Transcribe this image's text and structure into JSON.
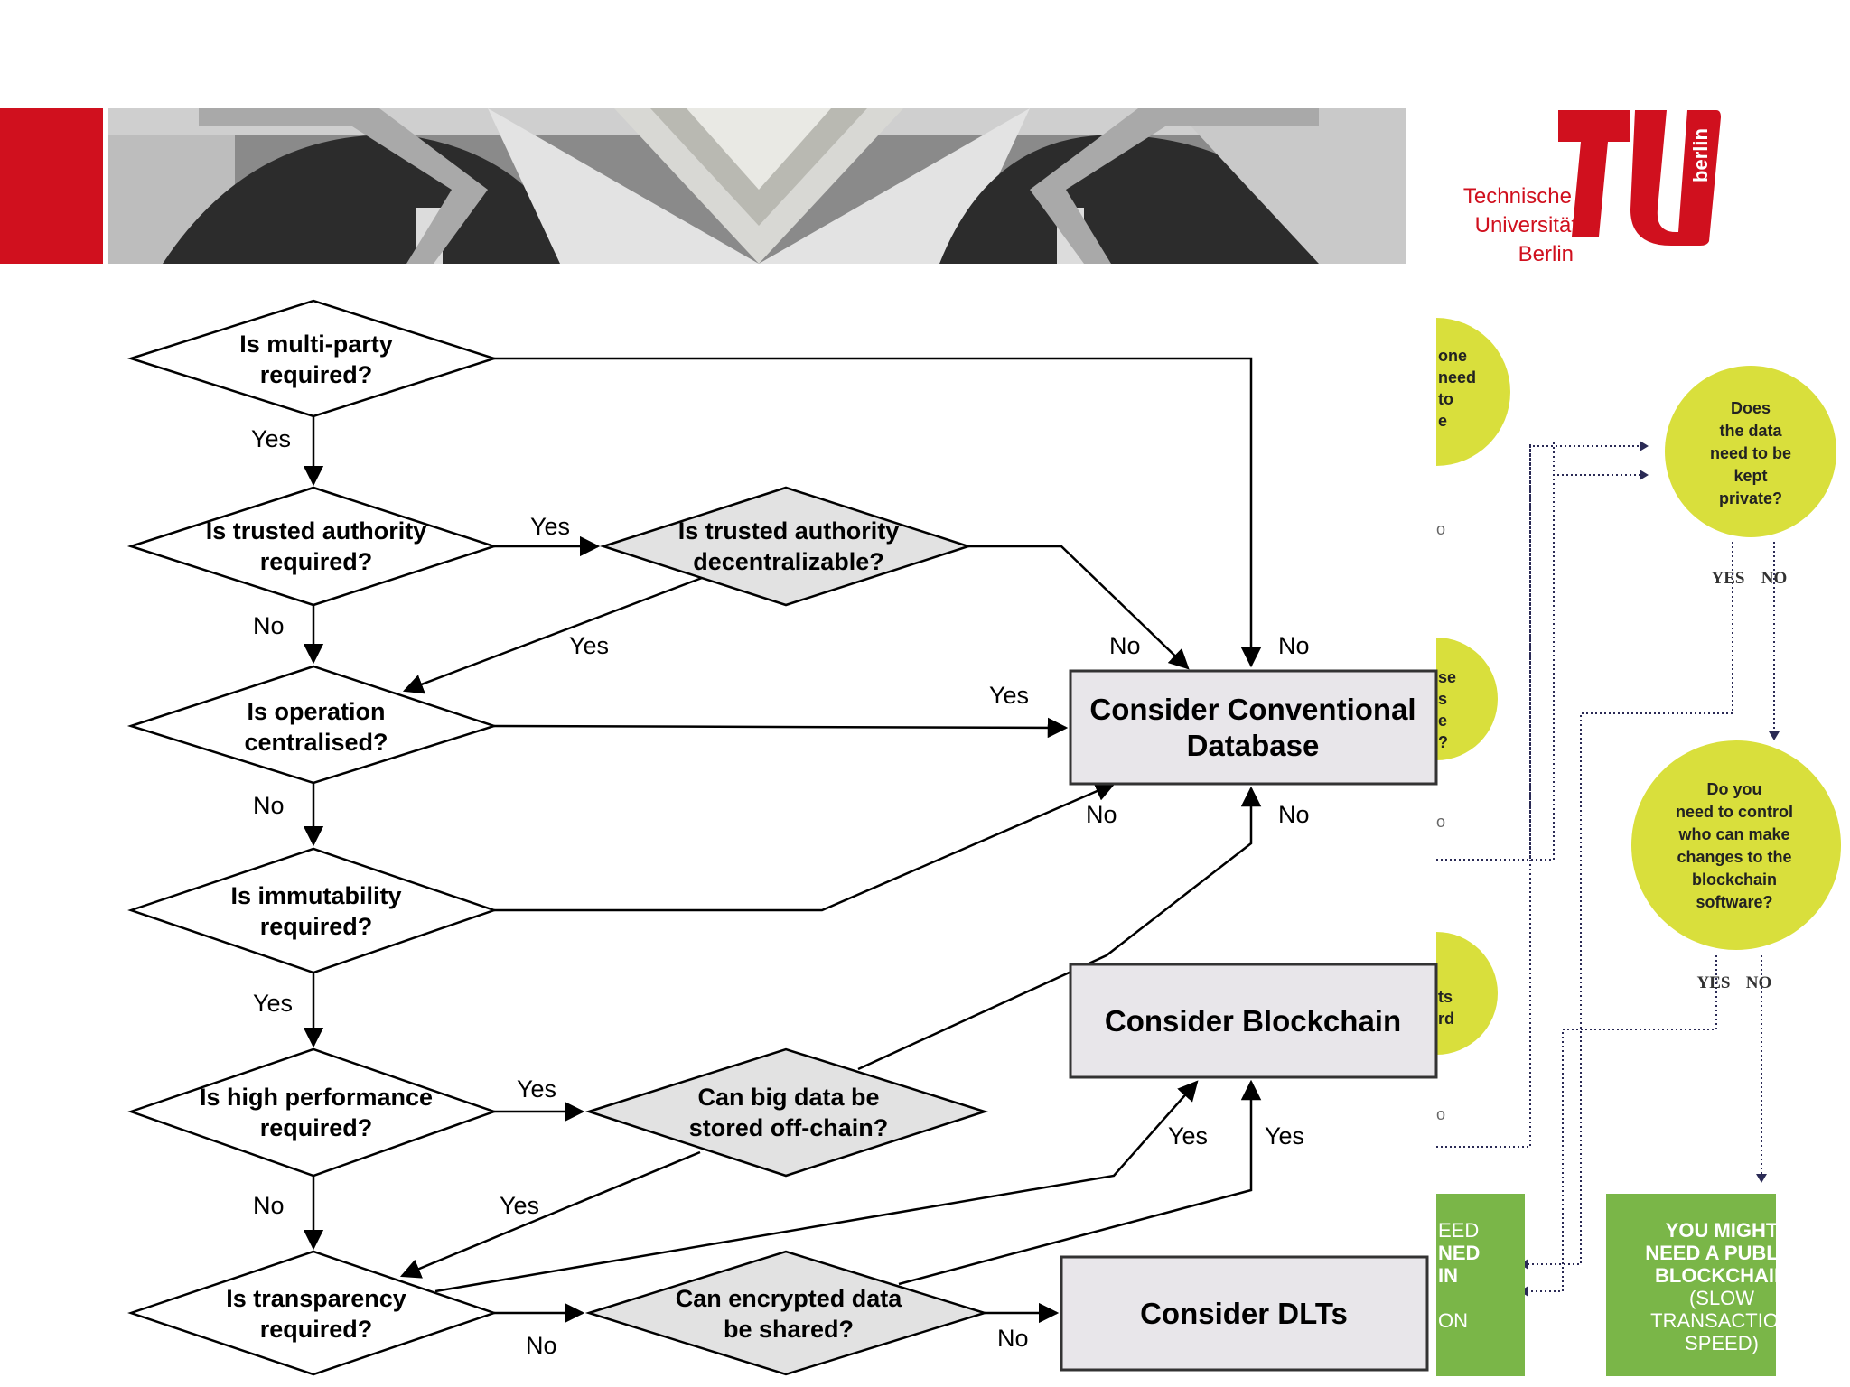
{
  "logo": {
    "line1": "Technische",
    "line2": "Universität",
    "line3": "Berlin",
    "side": "berlin"
  },
  "colors": {
    "tu_red": "#d0101e",
    "accent_green": "#7ab648",
    "accent_yellow": "#d9df3c",
    "box_fill": "#e8e6ea",
    "diamond_gray": "#e2e2e2"
  },
  "flowchart": {
    "q1": [
      "Is multi-party",
      "required?"
    ],
    "q2": [
      "Is trusted authority",
      "required?"
    ],
    "q3": [
      "Is trusted authority",
      "decentralizable?"
    ],
    "q4": [
      "Is operation",
      "centralised?"
    ],
    "q5": [
      "Is immutability",
      "required?"
    ],
    "q6": [
      "Is high performance",
      "required?"
    ],
    "q7": [
      "Can big data be",
      "stored off-chain?"
    ],
    "q8": [
      "Is transparency",
      "required?"
    ],
    "q9": [
      "Can encrypted data",
      "be shared?"
    ],
    "out_db": [
      "Consider Conventional",
      "Database"
    ],
    "out_bc": "Consider Blockchain",
    "out_dlt": "Consider DLTs",
    "labels": {
      "q1_yes": "Yes",
      "q2_yes": "Yes",
      "q2_no": "No",
      "q3_yes": "Yes",
      "q3_no": "No",
      "q1_no": "No",
      "q4_yes": "Yes",
      "q4_no": "No",
      "q5_no": "No",
      "q7_no": "No",
      "q5_yes": "Yes",
      "q6_yes": "Yes",
      "q6_no": "No",
      "q7_yes": "Yes",
      "q8_yes": "Yes",
      "q9_yes": "Yes",
      "q8_no": "No",
      "q9_no": "No"
    }
  },
  "side_panel": {
    "c1": [
      "one",
      "need",
      "to",
      "e"
    ],
    "c2": [
      "se",
      "s",
      "e",
      "?"
    ],
    "c3": [
      "ts",
      "rd"
    ],
    "frag_o1": "o",
    "frag_o2": "o",
    "frag_o3": "o",
    "private_q": [
      "Does",
      "the data",
      "need to be",
      "kept",
      "private?"
    ],
    "private_yes": "YES",
    "private_no": "NO",
    "control_q": [
      "Do you",
      "need to control",
      "who can make",
      "changes to the",
      "blockchain",
      "software?"
    ],
    "control_yes": "YES",
    "control_no": "NO",
    "left_result": [
      "EED",
      "NED",
      "IN",
      "",
      "ON"
    ],
    "right_result": [
      "YOU MIGHT",
      "NEED A PUBLIC",
      "BLOCKCHAIN",
      "(SLOW",
      "TRANSACTION",
      "SPEED)"
    ]
  }
}
